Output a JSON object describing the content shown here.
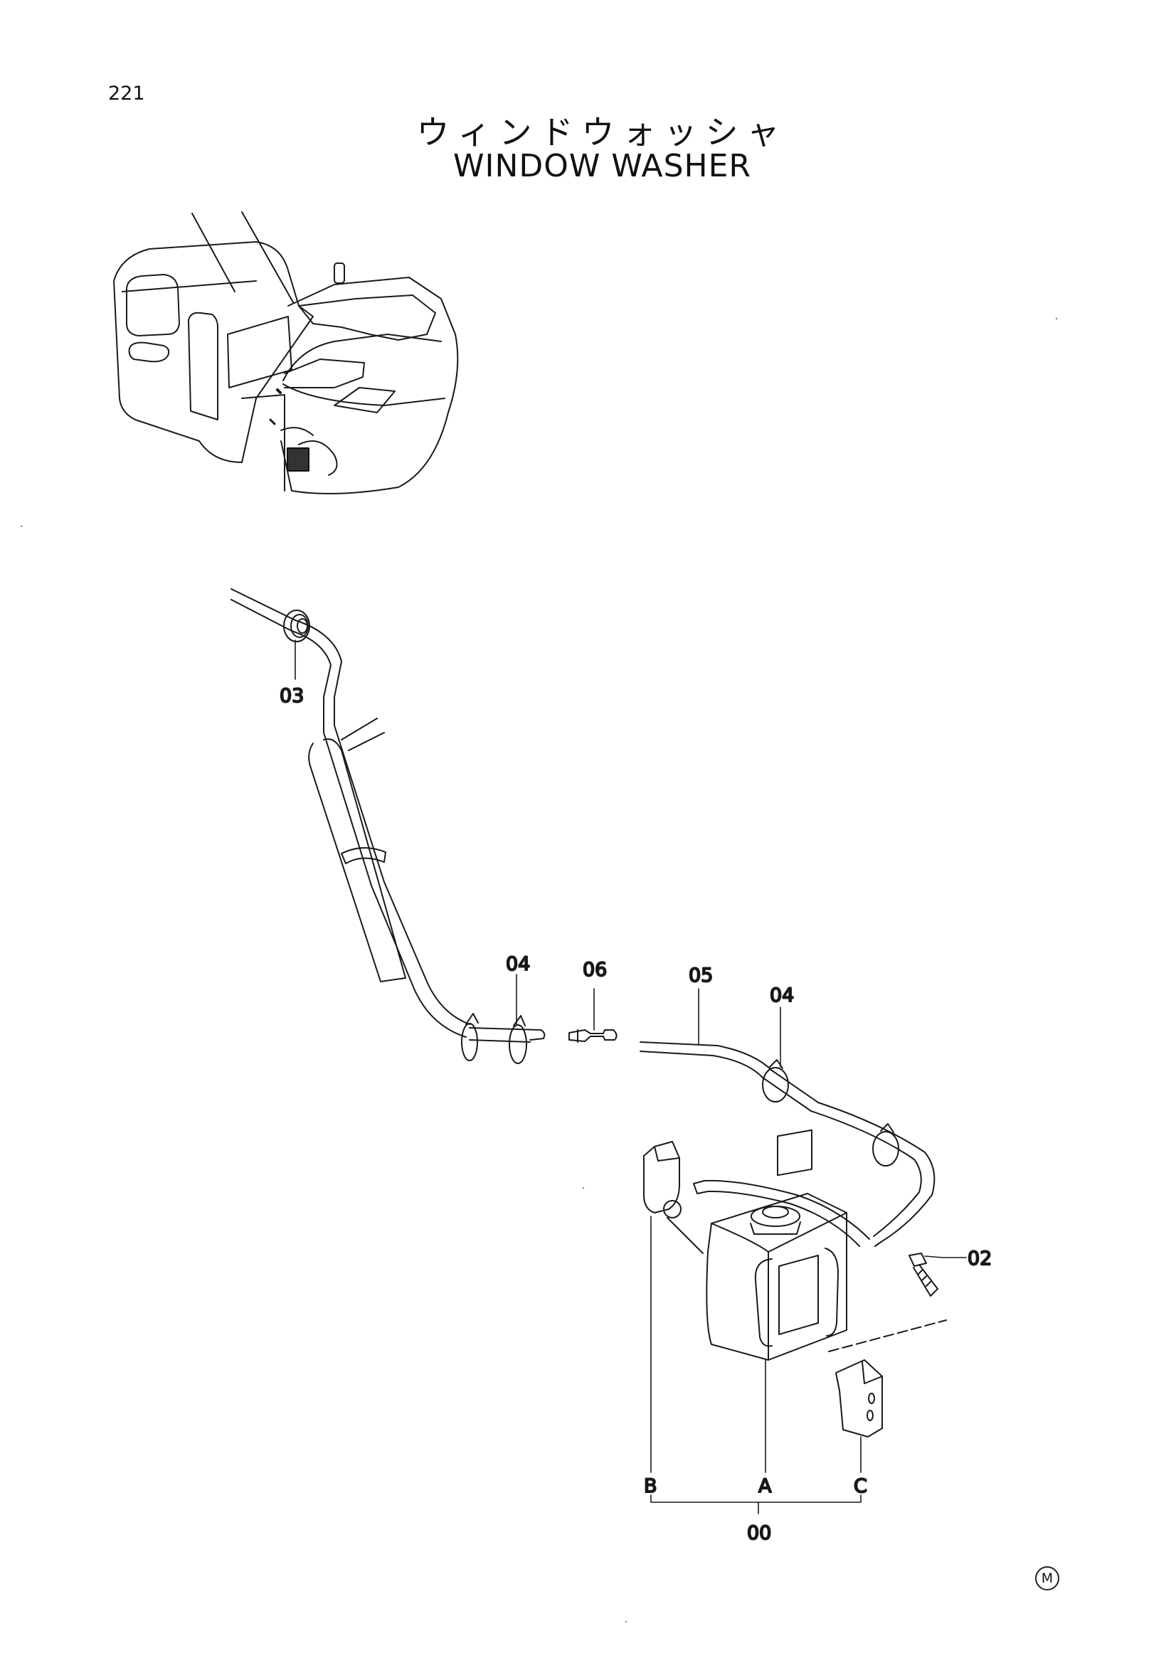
{
  "page_number": "221",
  "title_jp": "ウィンドウォッシャ",
  "title_en": "WINDOW WASHER",
  "callouts": {
    "c03": "03",
    "c04a": "04",
    "c06": "06",
    "c05": "05",
    "c04b": "04",
    "c02": "02",
    "cB": "B",
    "cA": "A",
    "cC": "C",
    "c00": "00"
  },
  "footer_mark": "M"
}
